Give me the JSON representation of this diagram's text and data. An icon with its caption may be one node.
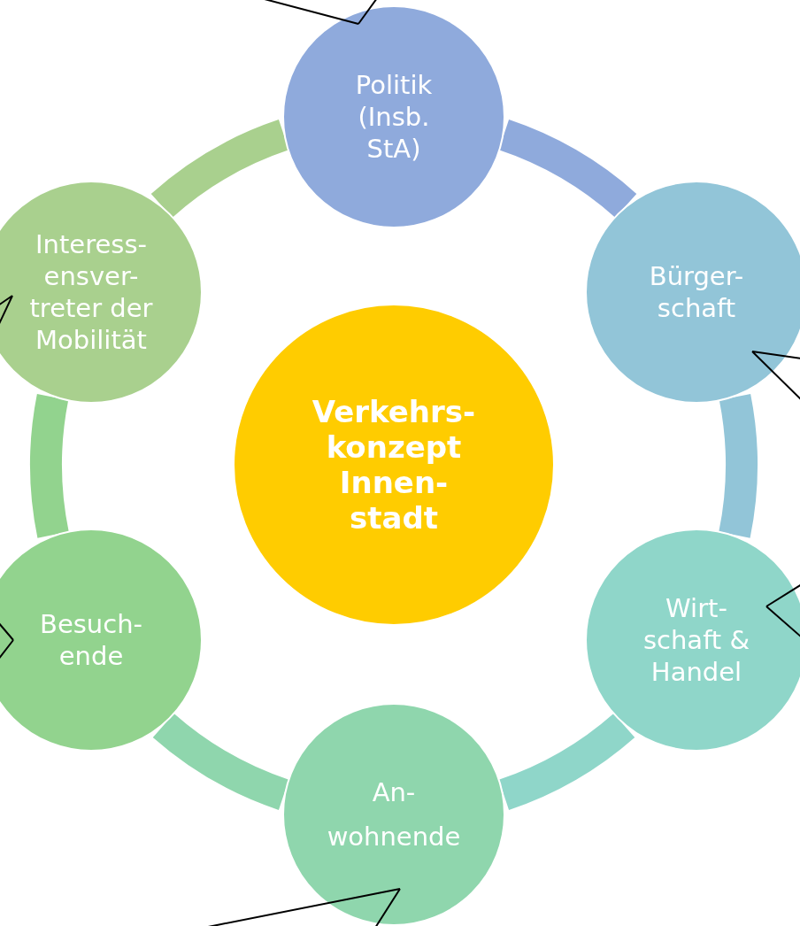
{
  "diagram": {
    "nodes": [
      {
        "text": [
          "Verkehrs- konzept Innen- stadt"
        ]
      },
      {
        "text": [
          "Politik (Insb. StA)"
        ]
      },
      {
        "text": [
          "Bürger- schaft"
        ]
      },
      {
        "text": [
          "Wirt- schaft & Handel"
        ]
      },
      {
        "text": [
          "An- wohnende"
        ]
      },
      {
        "text": [
          "Besuch- ende"
        ]
      },
      {
        "text": [
          "Interess- ensver- treter der Mobilität"
        ]
      }
    ],
    "edges": [
      {
        "from": 1,
        "to": 2,
        "arrow": "none",
        "style": "thick",
        "color": "#8faadc"
      },
      {
        "from": 2,
        "to": 3,
        "arrow": "none",
        "style": "thick",
        "color": "#92c5d8"
      },
      {
        "from": 3,
        "to": 4,
        "arrow": "none",
        "style": "thick",
        "color": "#8fd6c9"
      },
      {
        "from": 4,
        "to": 5,
        "arrow": "none",
        "style": "thick",
        "color": "#8fd6ad"
      },
      {
        "from": 5,
        "to": 6,
        "arrow": "none",
        "style": "thick",
        "color": "#92d38e"
      },
      {
        "from": 6,
        "to": 1,
        "arrow": "none",
        "style": "thick",
        "color": "#a9d08e"
      },
      {
        "from": null,
        "to": 1,
        "arrow": "none"
      },
      {
        "from": null,
        "to": 2,
        "arrow": "none"
      },
      {
        "from": null,
        "to": 3,
        "arrow": "none"
      },
      {
        "from": null,
        "to": 4,
        "arrow": "none"
      },
      {
        "from": null,
        "to": 5,
        "arrow": "none"
      },
      {
        "from": null,
        "to": 6,
        "arrow": "none"
      }
    ]
  }
}
